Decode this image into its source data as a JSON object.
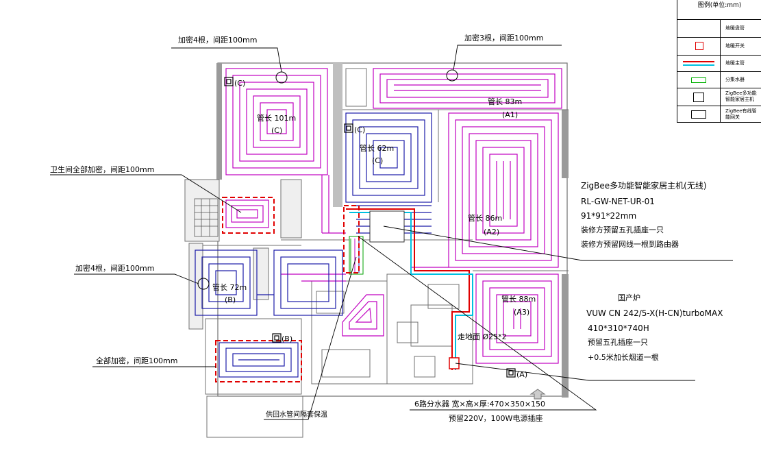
{
  "annotations": {
    "top_left": "加密4根，间距100mm",
    "top_right": "加密3根，间距100mm",
    "bathroom": "卫生间全部加密，间距100mm",
    "left_mid": "加密4根，间距100mm",
    "bottom_left": "全部加密，间距100mm",
    "bottom_pipe": "供回水管间隔套保温",
    "manifold_line1": "6路分水器 宽×高×厚:470×350×150",
    "manifold_line2": "预留220V，100W电源插座",
    "trunk": "走地面 Ø25*2"
  },
  "zigbee": {
    "line1": "ZigBee多功能智能家居主机(无线)",
    "line2": "RL-GW-NET-UR-01",
    "line3": "91*91*22mm",
    "line4": "装修方预留五孔插座一只",
    "line5": "装修方预留网线一根到路由器"
  },
  "boiler": {
    "line1": "国产炉",
    "line2": "VUW CN 242/5-X(H-CN)turboMAX",
    "line3": "410*310*740H",
    "line4": "预留五孔插座一只",
    "line5": "+0.5米加长烟道一根"
  },
  "loops": {
    "c1_len": "管长 101m",
    "c1_id": "(C)",
    "c2_len": "管长 62m",
    "c2_id": "(C)",
    "a1_len": "管长 83m",
    "a1_id": "(A1)",
    "a2_len": "管长 86m",
    "a2_id": "(A2)",
    "a3_len": "管长 88m",
    "a3_id": "(A3)",
    "b1_len": "管长 72m",
    "b1_id": "(B)"
  },
  "thermostats": {
    "t1": "(C)",
    "t2": "(C)",
    "t3": "(B)",
    "t4": "(A)"
  },
  "legend": {
    "title": "图例(单位:mm)",
    "rows": [
      {
        "text": "地暖盘管",
        "icon": "floor-heating-coil-icon"
      },
      {
        "text": "地暖开关",
        "icon": "thermostat-switch-icon"
      },
      {
        "text": "地暖主管",
        "icon": "main-pipe-icon"
      },
      {
        "text": "分集水器",
        "icon": "manifold-icon"
      },
      {
        "text": "ZigBee多功能智能家居主机",
        "icon": "zigbee-host-icon"
      },
      {
        "text": "ZigBee有线智能网关",
        "icon": "zigbee-gateway-icon"
      }
    ]
  },
  "colors": {
    "magenta_coil": "#c000c0",
    "blue_coil": "#1a1aa8",
    "red_pipe": "#e00000",
    "cyan_pipe": "#00c0e0",
    "wall": "#808080",
    "dash_red": "#e00000"
  }
}
